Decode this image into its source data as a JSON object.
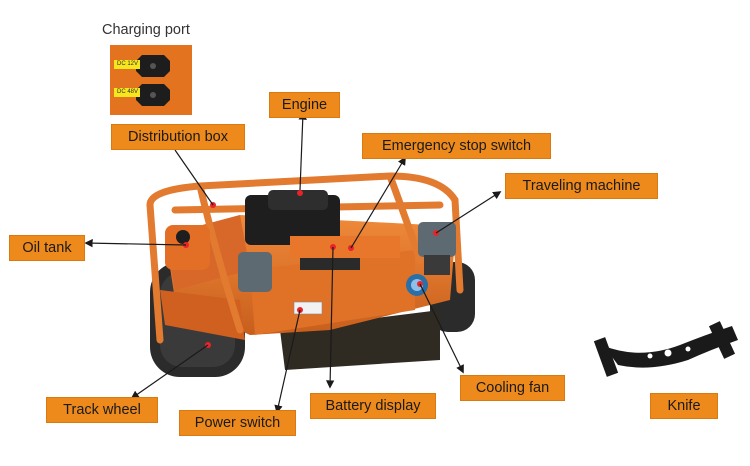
{
  "title": "Charging port",
  "port_tags": [
    "DC 12V",
    "DC 48V"
  ],
  "labels": {
    "distribution_box": "Distribution box",
    "engine": "Engine",
    "emergency_stop": "Emergency stop switch",
    "traveling_machine": "Traveling machine",
    "oil_tank": "Oil tank",
    "track_wheel": "Track wheel",
    "power_switch": "Power switch",
    "battery_display": "Battery display",
    "cooling_fan": "Cooling fan",
    "knife": "Knife"
  },
  "colors": {
    "label_bg": "#ee8a1c",
    "machine_body": "#e0752a",
    "track": "#2b2b2b",
    "arrow": "#1a1a1a",
    "pointer_dot": "#e8232a"
  }
}
